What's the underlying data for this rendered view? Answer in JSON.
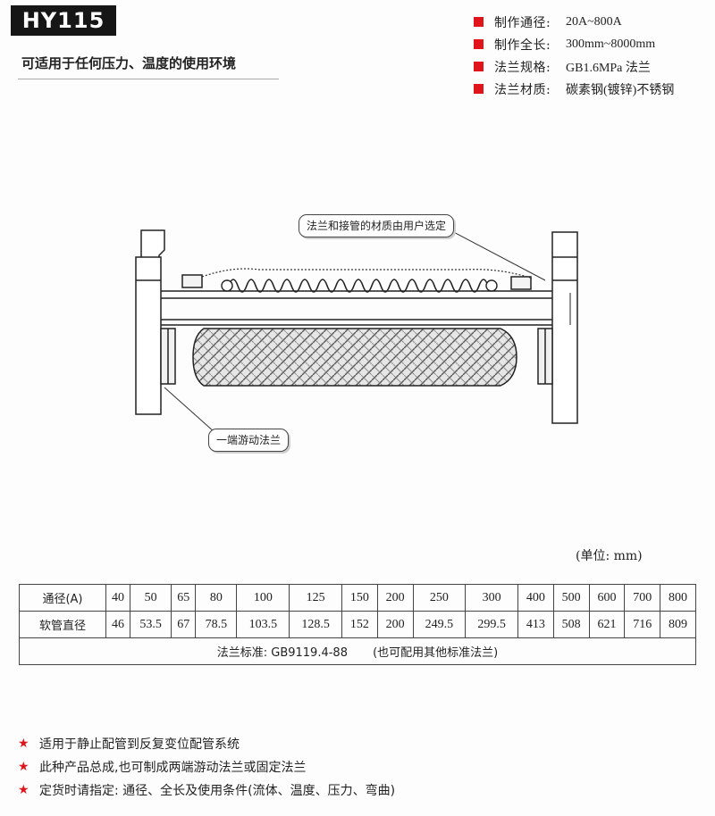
{
  "header": {
    "model": "HY115",
    "subtitle": "可适用于任何压力、温度的使用环境"
  },
  "specs": [
    {
      "label": "制作通径:",
      "value": "20A~800A"
    },
    {
      "label": "制作全长:",
      "value": "300mm~8000mm"
    },
    {
      "label": "法兰规格:",
      "value": "GB1.6MPa 法兰"
    },
    {
      "label": "法兰材质:",
      "value": "碳素钢(镀锌)不锈钢"
    }
  ],
  "diagram": {
    "callout_top": "法兰和接管的材质由用户选定",
    "callout_bottom": "一端游动法兰"
  },
  "table": {
    "unit": "(单位: mm)",
    "row1": {
      "label": "通径(A)",
      "values": [
        "40",
        "50",
        "65",
        "80",
        "100",
        "125",
        "150",
        "200",
        "250",
        "300",
        "400",
        "500",
        "600",
        "700",
        "800"
      ]
    },
    "row2": {
      "label": "软管直径",
      "values": [
        "46",
        "53.5",
        "67",
        "78.5",
        "103.5",
        "128.5",
        "152",
        "200",
        "249.5",
        "299.5",
        "413",
        "508",
        "621",
        "716",
        "809"
      ]
    },
    "note_standard": "法兰标准: GB9119.4-88",
    "note_alt": "(也可配用其他标准法兰)"
  },
  "features": [
    "适用于静止配管到反复变位配管系统",
    "此种产品总成,也可制成两端游动法兰或固定法兰",
    "定货时请指定: 通径、全长及使用条件(流体、温度、压力、弯曲)"
  ],
  "colors": {
    "accent": "#e2141b",
    "badge": "#161616"
  }
}
